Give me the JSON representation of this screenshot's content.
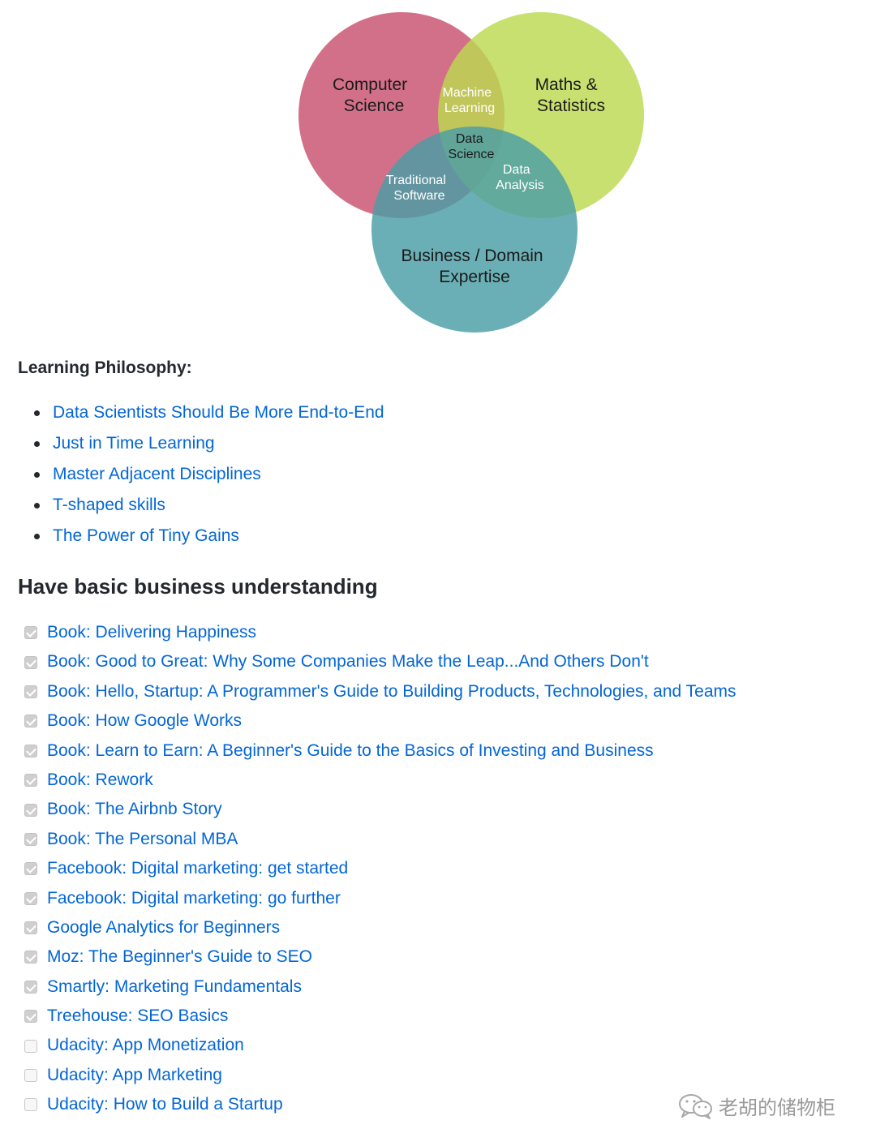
{
  "venn": {
    "colors": {
      "computer_science": "#c9506f",
      "maths_statistics": "#bcd94f",
      "business_domain": "#4b9ea6"
    },
    "labels": {
      "computer_science": [
        "Computer",
        "Science"
      ],
      "maths_statistics": [
        "Maths &",
        "Statistics"
      ],
      "business_domain": [
        "Business / Domain",
        "Expertise"
      ],
      "machine_learning": [
        "Machine",
        "Learning"
      ],
      "data_science": [
        "Data",
        "Science"
      ],
      "traditional_software": [
        "Traditional",
        "Software"
      ],
      "data_analysis": [
        "Data",
        "Analysis"
      ]
    }
  },
  "philosophy": {
    "label": "Learning Philosophy:",
    "items": [
      "Data Scientists Should Be More End-to-End",
      "Just in Time Learning",
      "Master Adjacent Disciplines",
      "T-shaped skills",
      "The Power of Tiny Gains"
    ]
  },
  "business": {
    "heading": "Have basic business understanding",
    "tasks": [
      {
        "label": "Book: Delivering Happiness",
        "checked": true
      },
      {
        "label": "Book: Good to Great: Why Some Companies Make the Leap...And Others Don't",
        "checked": true
      },
      {
        "label": "Book: Hello, Startup: A Programmer's Guide to Building Products, Technologies, and Teams",
        "checked": true
      },
      {
        "label": "Book: How Google Works",
        "checked": true
      },
      {
        "label": "Book: Learn to Earn: A Beginner's Guide to the Basics of Investing and Business",
        "checked": true
      },
      {
        "label": "Book: Rework",
        "checked": true
      },
      {
        "label": "Book: The Airbnb Story",
        "checked": true
      },
      {
        "label": "Book: The Personal MBA",
        "checked": true
      },
      {
        "label": "Facebook: Digital marketing: get started",
        "checked": true
      },
      {
        "label": "Facebook: Digital marketing: go further",
        "checked": true
      },
      {
        "label": "Google Analytics for Beginners",
        "checked": true
      },
      {
        "label": "Moz: The Beginner's Guide to SEO",
        "checked": true
      },
      {
        "label": "Smartly: Marketing Fundamentals",
        "checked": true
      },
      {
        "label": "Treehouse: SEO Basics",
        "checked": true
      },
      {
        "label": "Udacity: App Monetization",
        "checked": false
      },
      {
        "label": "Udacity: App Marketing",
        "checked": false
      },
      {
        "label": "Udacity: How to Build a Startup",
        "checked": false
      }
    ]
  },
  "watermark": {
    "text": "老胡的储物柜",
    "icon": "wechat-icon"
  }
}
